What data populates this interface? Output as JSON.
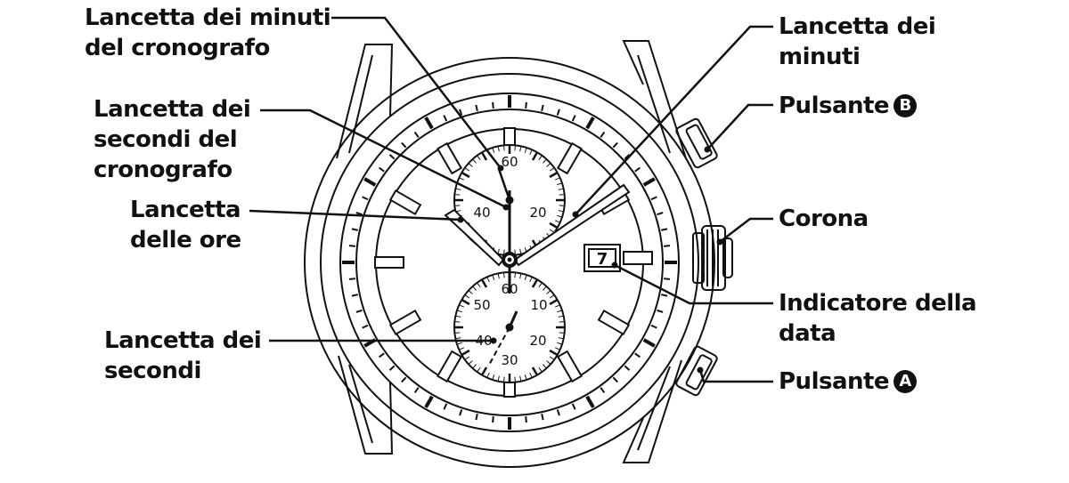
{
  "labels": {
    "chrono_minute_hand": [
      "Lancetta dei minuti",
      "del cronografo"
    ],
    "chrono_second_hand": [
      "Lancetta dei",
      "secondi del",
      "cronografo"
    ],
    "hour_hand": [
      "Lancetta",
      "delle ore"
    ],
    "second_hand": [
      "Lancetta dei",
      "secondi"
    ],
    "minute_hand": [
      "Lancetta dei",
      "minuti"
    ],
    "button_b": {
      "text": "Pulsante",
      "badge": "B"
    },
    "crown": [
      "Corona"
    ],
    "date_indicator": [
      "Indicatore della",
      "data"
    ],
    "button_a": {
      "text": "Pulsante",
      "badge": "A"
    }
  },
  "dial": {
    "upper_subdial_numbers": [
      "60",
      "20",
      "40"
    ],
    "lower_subdial_numbers": [
      "60",
      "10",
      "20",
      "30",
      "40",
      "50"
    ],
    "date_value": "7"
  },
  "colors": {
    "ink": "#111111",
    "paper": "#ffffff",
    "dial_fill": "#ffffff"
  }
}
